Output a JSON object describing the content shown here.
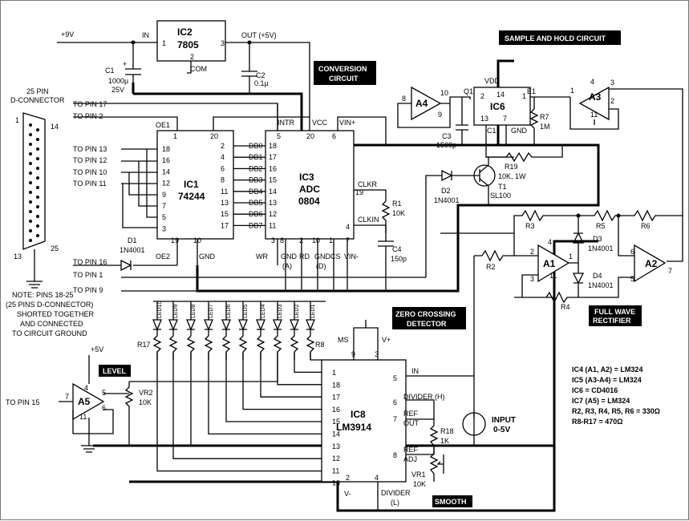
{
  "labels": {
    "sample_hold": "SAMPLE AND HOLD CIRCUIT",
    "conversion_1": "CONVERSION",
    "conversion_2": "CIRCUIT",
    "zero_1": "ZERO CROSSING",
    "zero_2": "DETECTOR",
    "fwr_1": "FULL WAVE",
    "fwr_2": "RECTIFIER",
    "level": "LEVEL",
    "smooth": "SMOOTH"
  },
  "connector": {
    "title_1": "25 PIN",
    "title_2": "D-CONNECTOR",
    "pin1": "1",
    "pin14": "14",
    "pin25": "25",
    "pin13": "13",
    "note_1": "NOTE: PINS 18-25",
    "note_2": "(25 PINS D-CONNECTOR)",
    "note_3": "SHORTED TOGETHER",
    "note_4": "AND CONNECTED",
    "note_5": "TO CIRCUIT GROUND"
  },
  "ic2": {
    "name": "IC2",
    "part": "7805",
    "in": "IN",
    "out": "OUT (+5V)",
    "com": "COM",
    "p1": "1",
    "p2": "2",
    "p3": "3"
  },
  "supply": "+9V",
  "c1": {
    "name": "C1",
    "v1": "1000µ",
    "v2": "25V",
    "plus": "+"
  },
  "c2": {
    "name": "C2",
    "v": "0.1µ"
  },
  "ic1": {
    "name": "IC1",
    "part": "74244",
    "oe1": "OE1",
    "oe2": "OE2",
    "gnd": "GND",
    "pins_left": [
      "18",
      "16",
      "14",
      "12",
      "9",
      "7",
      "5",
      "3"
    ],
    "pins_right": [
      "2",
      "4",
      "6",
      "8",
      "11",
      "13",
      "15",
      "17"
    ],
    "p1": "1",
    "p20": "20",
    "p19": "19",
    "p10": "10"
  },
  "ic3": {
    "name": "IC3",
    "part_1": "ADC",
    "part_2": "0804",
    "db": [
      "DB0",
      "DB1",
      "DB2",
      "DB3",
      "DB4",
      "DB5",
      "DB6",
      "DB7"
    ],
    "db_pins": [
      "18",
      "17",
      "16",
      "15",
      "14",
      "13",
      "12",
      "11"
    ],
    "intr": "INTR",
    "vcc": "VCC",
    "vin_plus": "VIN+",
    "clkr": "CLKR",
    "clkin": "CLKIN",
    "wr": "WR",
    "rd": "RD",
    "cs": "CS",
    "vin_minus": "VIN-",
    "gnd_a": "GND",
    "gnd_a2": "(A)",
    "gnd_d": "GND",
    "gnd_d2": "(D)",
    "p5": "5",
    "p20": "20",
    "p6": "6",
    "p19": "19",
    "p4": "4",
    "p3": "3",
    "p8": "8",
    "p2": "2",
    "p10": "10",
    "p1": "1",
    "p7": "7"
  },
  "pins": {
    "to17": "TO PIN 17",
    "to2": "TO PIN 2",
    "to13": "TO PIN 13",
    "to12": "TO PIN 12",
    "to10": "TO PIN 10",
    "to11": "TO PIN 11",
    "to16": "TO PIN 16",
    "to1": "TO PIN 1",
    "to9": "TO PIN 9",
    "to15": "TO PIN 15"
  },
  "d1": {
    "name": "D1",
    "part": "1N4001"
  },
  "r1": {
    "name": "R1",
    "v": "10K"
  },
  "c4": {
    "name": "C4",
    "v": "150p"
  },
  "a4": {
    "name": "A4",
    "p8": "8",
    "p9": "9",
    "p10": "10"
  },
  "c3": {
    "name": "C3",
    "v": "1500p"
  },
  "ic6": {
    "name": "IC6",
    "vdd": "VDD",
    "q1": "Q1",
    "e1": "E1",
    "c1": "C1",
    "gnd": "GND",
    "p1": "1",
    "p2": "2",
    "p14": "14",
    "p13": "13",
    "p7": "7"
  },
  "r7": {
    "name": "R7",
    "v": "1M"
  },
  "a3": {
    "name": "A3",
    "p1": "1",
    "p2": "2",
    "p3": "3",
    "p4": "4",
    "p11": "11"
  },
  "r19": {
    "name": "R19",
    "v": "10K, 1W"
  },
  "d2": {
    "name": "D2",
    "part": "1N4001"
  },
  "t1": {
    "name": "T1",
    "part": "SL100"
  },
  "r3": "R3",
  "r5": "R5",
  "r6": "R6",
  "r2": "R2",
  "r4": "R4",
  "d3": {
    "name": "D3",
    "part": "1N4001"
  },
  "d4": {
    "name": "D4",
    "part": "1N4001"
  },
  "a1": {
    "name": "A1",
    "p1": "1",
    "p2": "2",
    "p3": "3",
    "p4": "4",
    "p11": "11"
  },
  "a2": {
    "name": "A2",
    "p5": "5",
    "p6": "6",
    "p7": "7"
  },
  "leds": [
    "LED10",
    "LED9",
    "LED8",
    "LED7",
    "LED6",
    "LED5",
    "LED4",
    "LED3",
    "LED2",
    "LED1"
  ],
  "r17": "R17",
  "r8": "R8",
  "ic8": {
    "name": "IC8",
    "part": "LM3914",
    "ms": "MS",
    "vplus": "V+",
    "vminus": "V-",
    "in": "IN",
    "divh": "DIVIDER (H)",
    "refout_1": "REF",
    "refout_2": "OUT",
    "refadj_1": "REF",
    "refadj_2": "ADJ",
    "divl_1": "DIVIDER",
    "divl_2": "(L)",
    "left_pins": [
      "1",
      "18",
      "17",
      "16",
      "15",
      "14",
      "13",
      "12",
      "11",
      "10"
    ],
    "p9": "9",
    "p3": "3",
    "p5": "5",
    "p6": "6",
    "p7": "7",
    "p8": "8",
    "p2": "2",
    "p4": "4"
  },
  "r18": {
    "name": "R18",
    "v": "1K"
  },
  "vr1": {
    "name": "VR1",
    "v": "10K"
  },
  "input": {
    "l1": "INPUT",
    "l2": "0-5V"
  },
  "a5": {
    "name": "A5",
    "p4": "4",
    "p5": "5",
    "p6": "6",
    "p7": "7",
    "p11": "11"
  },
  "vr2": {
    "name": "VR2",
    "v": "10K"
  },
  "plus5": "+5V",
  "parts_list": [
    "IC4 (A1, A2) = LM324",
    "IC5 (A3-A4) = LM324",
    "IC6    = CD4016",
    "IC7 (A5) = LM324",
    "R2, R3, R4, R5, R6 = 330Ω",
    "R8-R17 = 470Ω"
  ]
}
